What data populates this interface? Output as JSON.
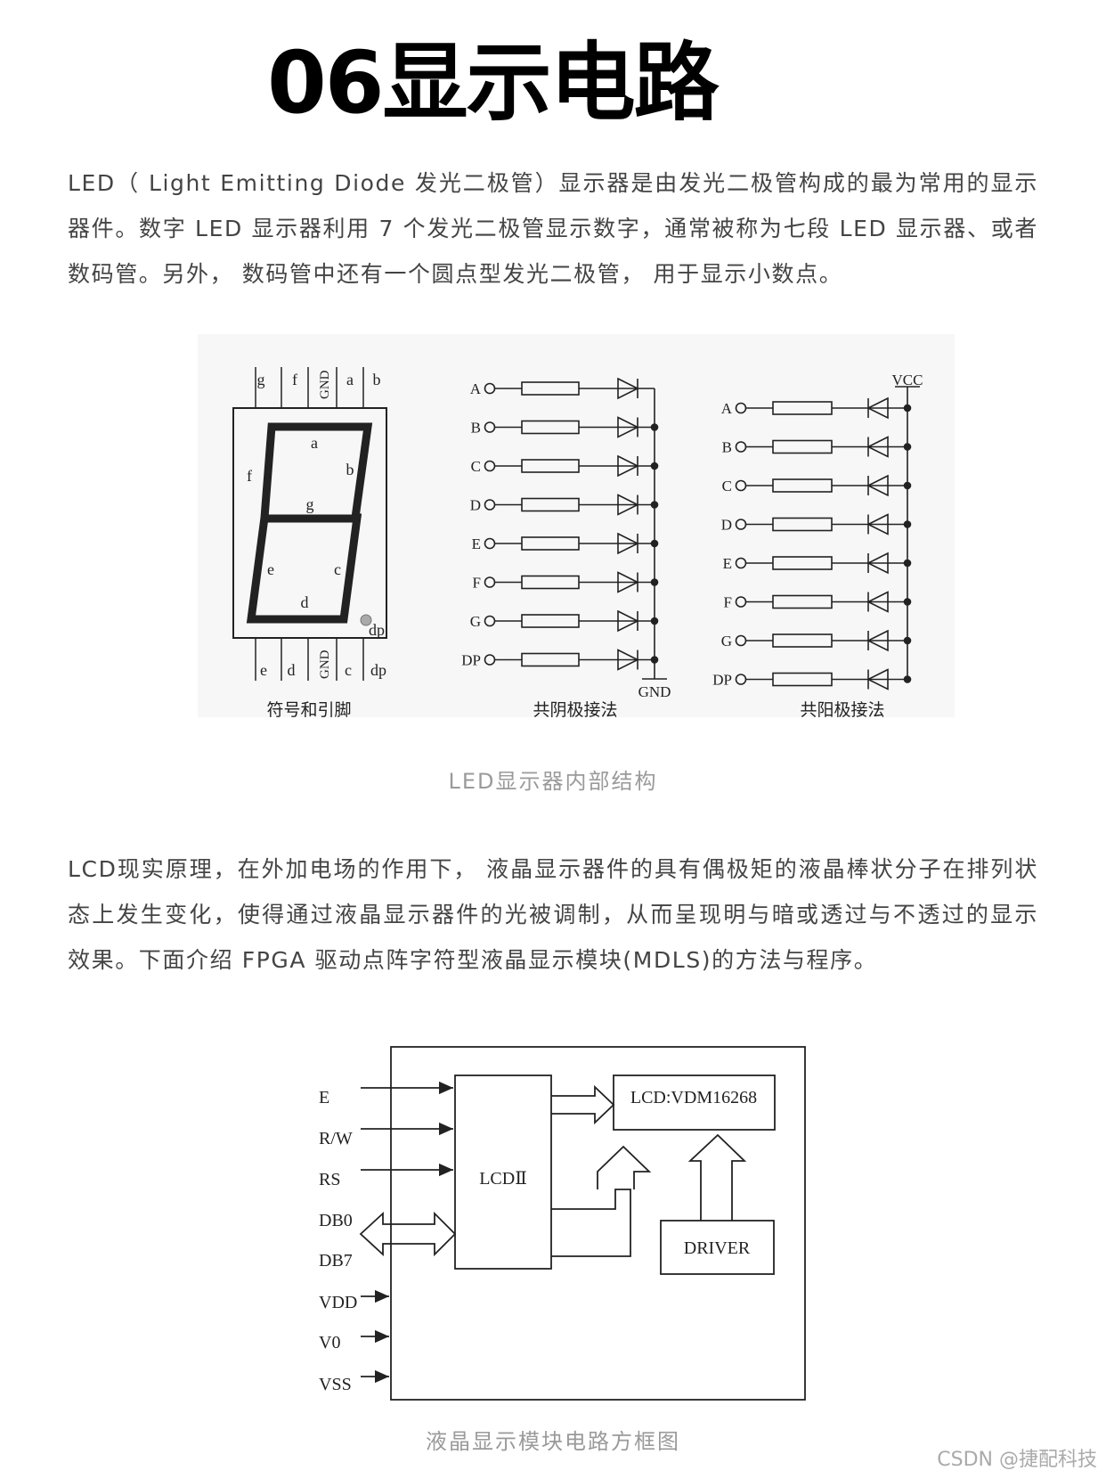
{
  "title": "06显示电路",
  "paragraph1": "LED（ Light Emitting Diode 发光二极管）显示器是由发光二极管构成的最为常用的显示器件。数字 LED 显示器利用 7 个发光二极管显示数字，通常被称为七段 LED 显示器、或者数码管。另外， 数码管中还有一个圆点型发光二极管， 用于显示小数点。",
  "figure1": {
    "top_pins": [
      "g",
      "f",
      "GND",
      "a",
      "b"
    ],
    "bottom_pins": [
      "e",
      "d",
      "GND",
      "c",
      "dp"
    ],
    "segment_labels": [
      "a",
      "b",
      "f",
      "g",
      "e",
      "c",
      "d",
      "dp"
    ],
    "inputs": [
      "A",
      "B",
      "C",
      "D",
      "E",
      "F",
      "G",
      "DP"
    ],
    "gnd_label": "GND",
    "vcc_label": "VCC",
    "sub_captions": [
      "符号和引脚",
      "共阴极接法",
      "共阳极接法"
    ],
    "caption": "LED显示器内部结构"
  },
  "paragraph2": "LCD现实原理，在外加电场的作用下， 液晶显示器件的具有偶极矩的液晶棒状分子在排列状态上发生变化，使得通过液晶显示器件的光被调制，从而呈现明与暗或透过与不透过的显示效果。下面介绍 FPGA 驱动点阵字符型液晶显示模块(MDLS)的方法与程序。",
  "figure2": {
    "signals": [
      "E",
      "R/W",
      "RS",
      "DB0",
      "DB7",
      "VDD",
      "V0",
      "VSS"
    ],
    "controller": "LCDⅡ",
    "lcd": "LCD:VDM16268",
    "driver": "DRIVER",
    "caption": "液晶显示模块电路方框图"
  },
  "watermark": "CSDN @捷配科技"
}
